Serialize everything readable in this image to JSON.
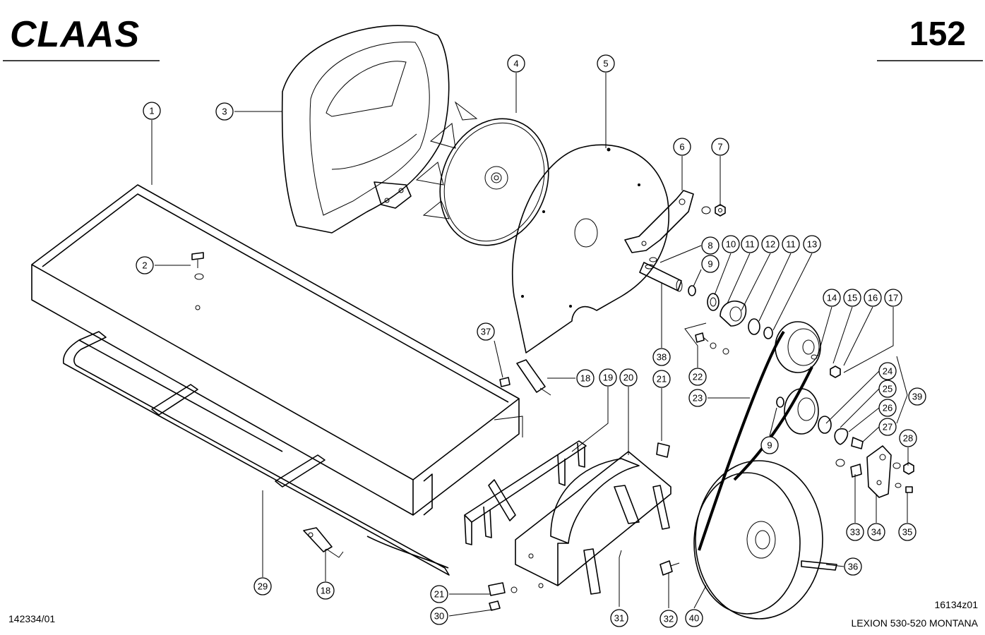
{
  "header": {
    "brand": "CLAAS",
    "page_number": "152"
  },
  "footer": {
    "drawing_id_left": "142334/01",
    "drawing_id_right": "16134z01",
    "model": "LEXION 530-520 MONTANA"
  },
  "callouts": [
    {
      "label": "1"
    },
    {
      "label": "2"
    },
    {
      "label": "3"
    },
    {
      "label": "4"
    },
    {
      "label": "5"
    },
    {
      "label": "6"
    },
    {
      "label": "7"
    },
    {
      "label": "8"
    },
    {
      "label": "9"
    },
    {
      "label": "10"
    },
    {
      "label": "11"
    },
    {
      "label": "12"
    },
    {
      "label": "11"
    },
    {
      "label": "13"
    },
    {
      "label": "14"
    },
    {
      "label": "15"
    },
    {
      "label": "16"
    },
    {
      "label": "17"
    },
    {
      "label": "37"
    },
    {
      "label": "18"
    },
    {
      "label": "19"
    },
    {
      "label": "20"
    },
    {
      "label": "21"
    },
    {
      "label": "38"
    },
    {
      "label": "22"
    },
    {
      "label": "23"
    },
    {
      "label": "24"
    },
    {
      "label": "25"
    },
    {
      "label": "39"
    },
    {
      "label": "26"
    },
    {
      "label": "27"
    },
    {
      "label": "9"
    },
    {
      "label": "28"
    },
    {
      "label": "33"
    },
    {
      "label": "34"
    },
    {
      "label": "35"
    },
    {
      "label": "36"
    },
    {
      "label": "29"
    },
    {
      "label": "18"
    },
    {
      "label": "21"
    },
    {
      "label": "30"
    },
    {
      "label": "31"
    },
    {
      "label": "32"
    },
    {
      "label": "40"
    }
  ]
}
